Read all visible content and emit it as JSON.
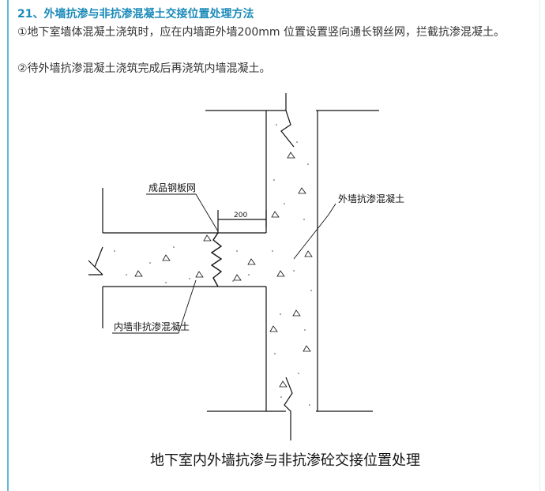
{
  "section_title": "21、外墙抗渗与非抗渗混凝土交接位置处理方法",
  "paragraphs": [
    "①地下室墙体混凝土浇筑时，应在内墙距外墙200mm 位置设置竖向通长钢丝网，拦截抗渗混凝土。",
    "②待外墙抗渗混凝土浇筑完成后再浇筑内墙混凝土。"
  ],
  "drawing": {
    "label_mesh": "成品钢板网",
    "label_dimension": "200",
    "label_outer": "外墙抗渗混凝土",
    "label_inner": "内墙非抗渗混凝土"
  },
  "caption": "地下室内外墙抗渗与非抗渗砼交接位置处理",
  "colors": {
    "title": "#1a8ab9",
    "body_text": "#333333",
    "accent_rule": "#5fbbd8"
  }
}
